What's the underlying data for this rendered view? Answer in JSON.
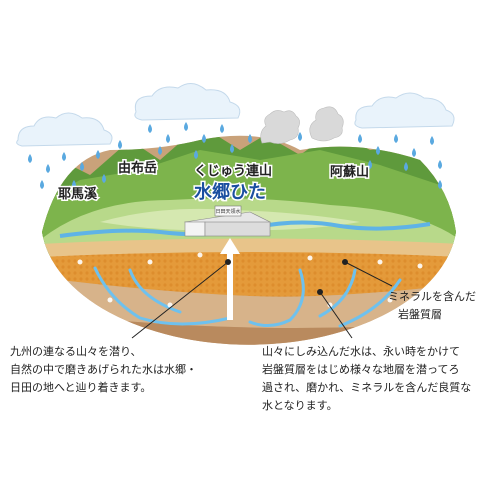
{
  "labels": {
    "yabakei": "耶馬溪",
    "yufudake": "由布岳",
    "kuju": "くじゅう連山",
    "aso": "阿蘇山",
    "brand": "水郷ひた",
    "factory_sign": "日田天領水"
  },
  "captions": {
    "left": [
      "九州の連なる山々を潜り、",
      "自然の中で磨きあげられた水は水郷・",
      "日田の地へと辿り着きます。"
    ],
    "right_top": [
      "ミネラルを含んだ",
      "岩盤質層"
    ],
    "right_bottom": [
      "山々にしみ込んだ水は、永い時をかけて",
      "岩盤質層をはじめ様々な地層を潜ってろ",
      "過され、磨かれ、ミネラルを含んだ良質な",
      "水となります。"
    ]
  },
  "colors": {
    "sky_cloud": "#e9f3fb",
    "raindrop": "#5aa9e0",
    "mountain_green": "#5f9a3c",
    "field_green": "#b8d98a",
    "river_blue": "#5fb3e6",
    "soil_light": "#e8c48a",
    "soil_orange": "#e49a3a",
    "soil_brown": "#b98a5e",
    "brand_blue": "#1a4fa0"
  },
  "icons": [
    "cloud-icon",
    "raindrop-icon",
    "smoke-icon",
    "arrow-up-icon",
    "factory-icon"
  ]
}
